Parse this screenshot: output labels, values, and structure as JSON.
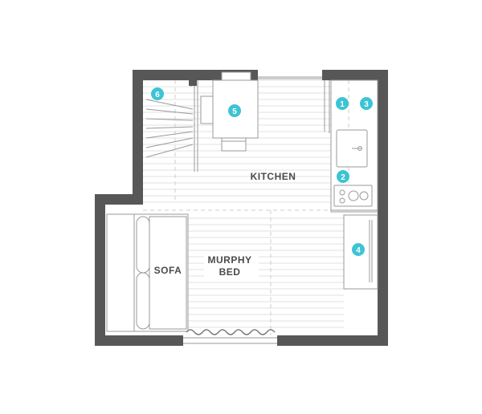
{
  "labels": {
    "kitchen": "KITCHEN",
    "sofa": "SOFA",
    "murphy_line1": "MURPHY",
    "murphy_line2": "BED"
  },
  "badges": [
    "1",
    "2",
    "3",
    "4",
    "5",
    "6"
  ],
  "colors": {
    "wall": "#575757",
    "line": "#9a9a9a",
    "floor_line": "#dcdcdc",
    "dash": "#cfcfcf",
    "badge": "#3cc4d4",
    "text": "#4a4a4a"
  }
}
